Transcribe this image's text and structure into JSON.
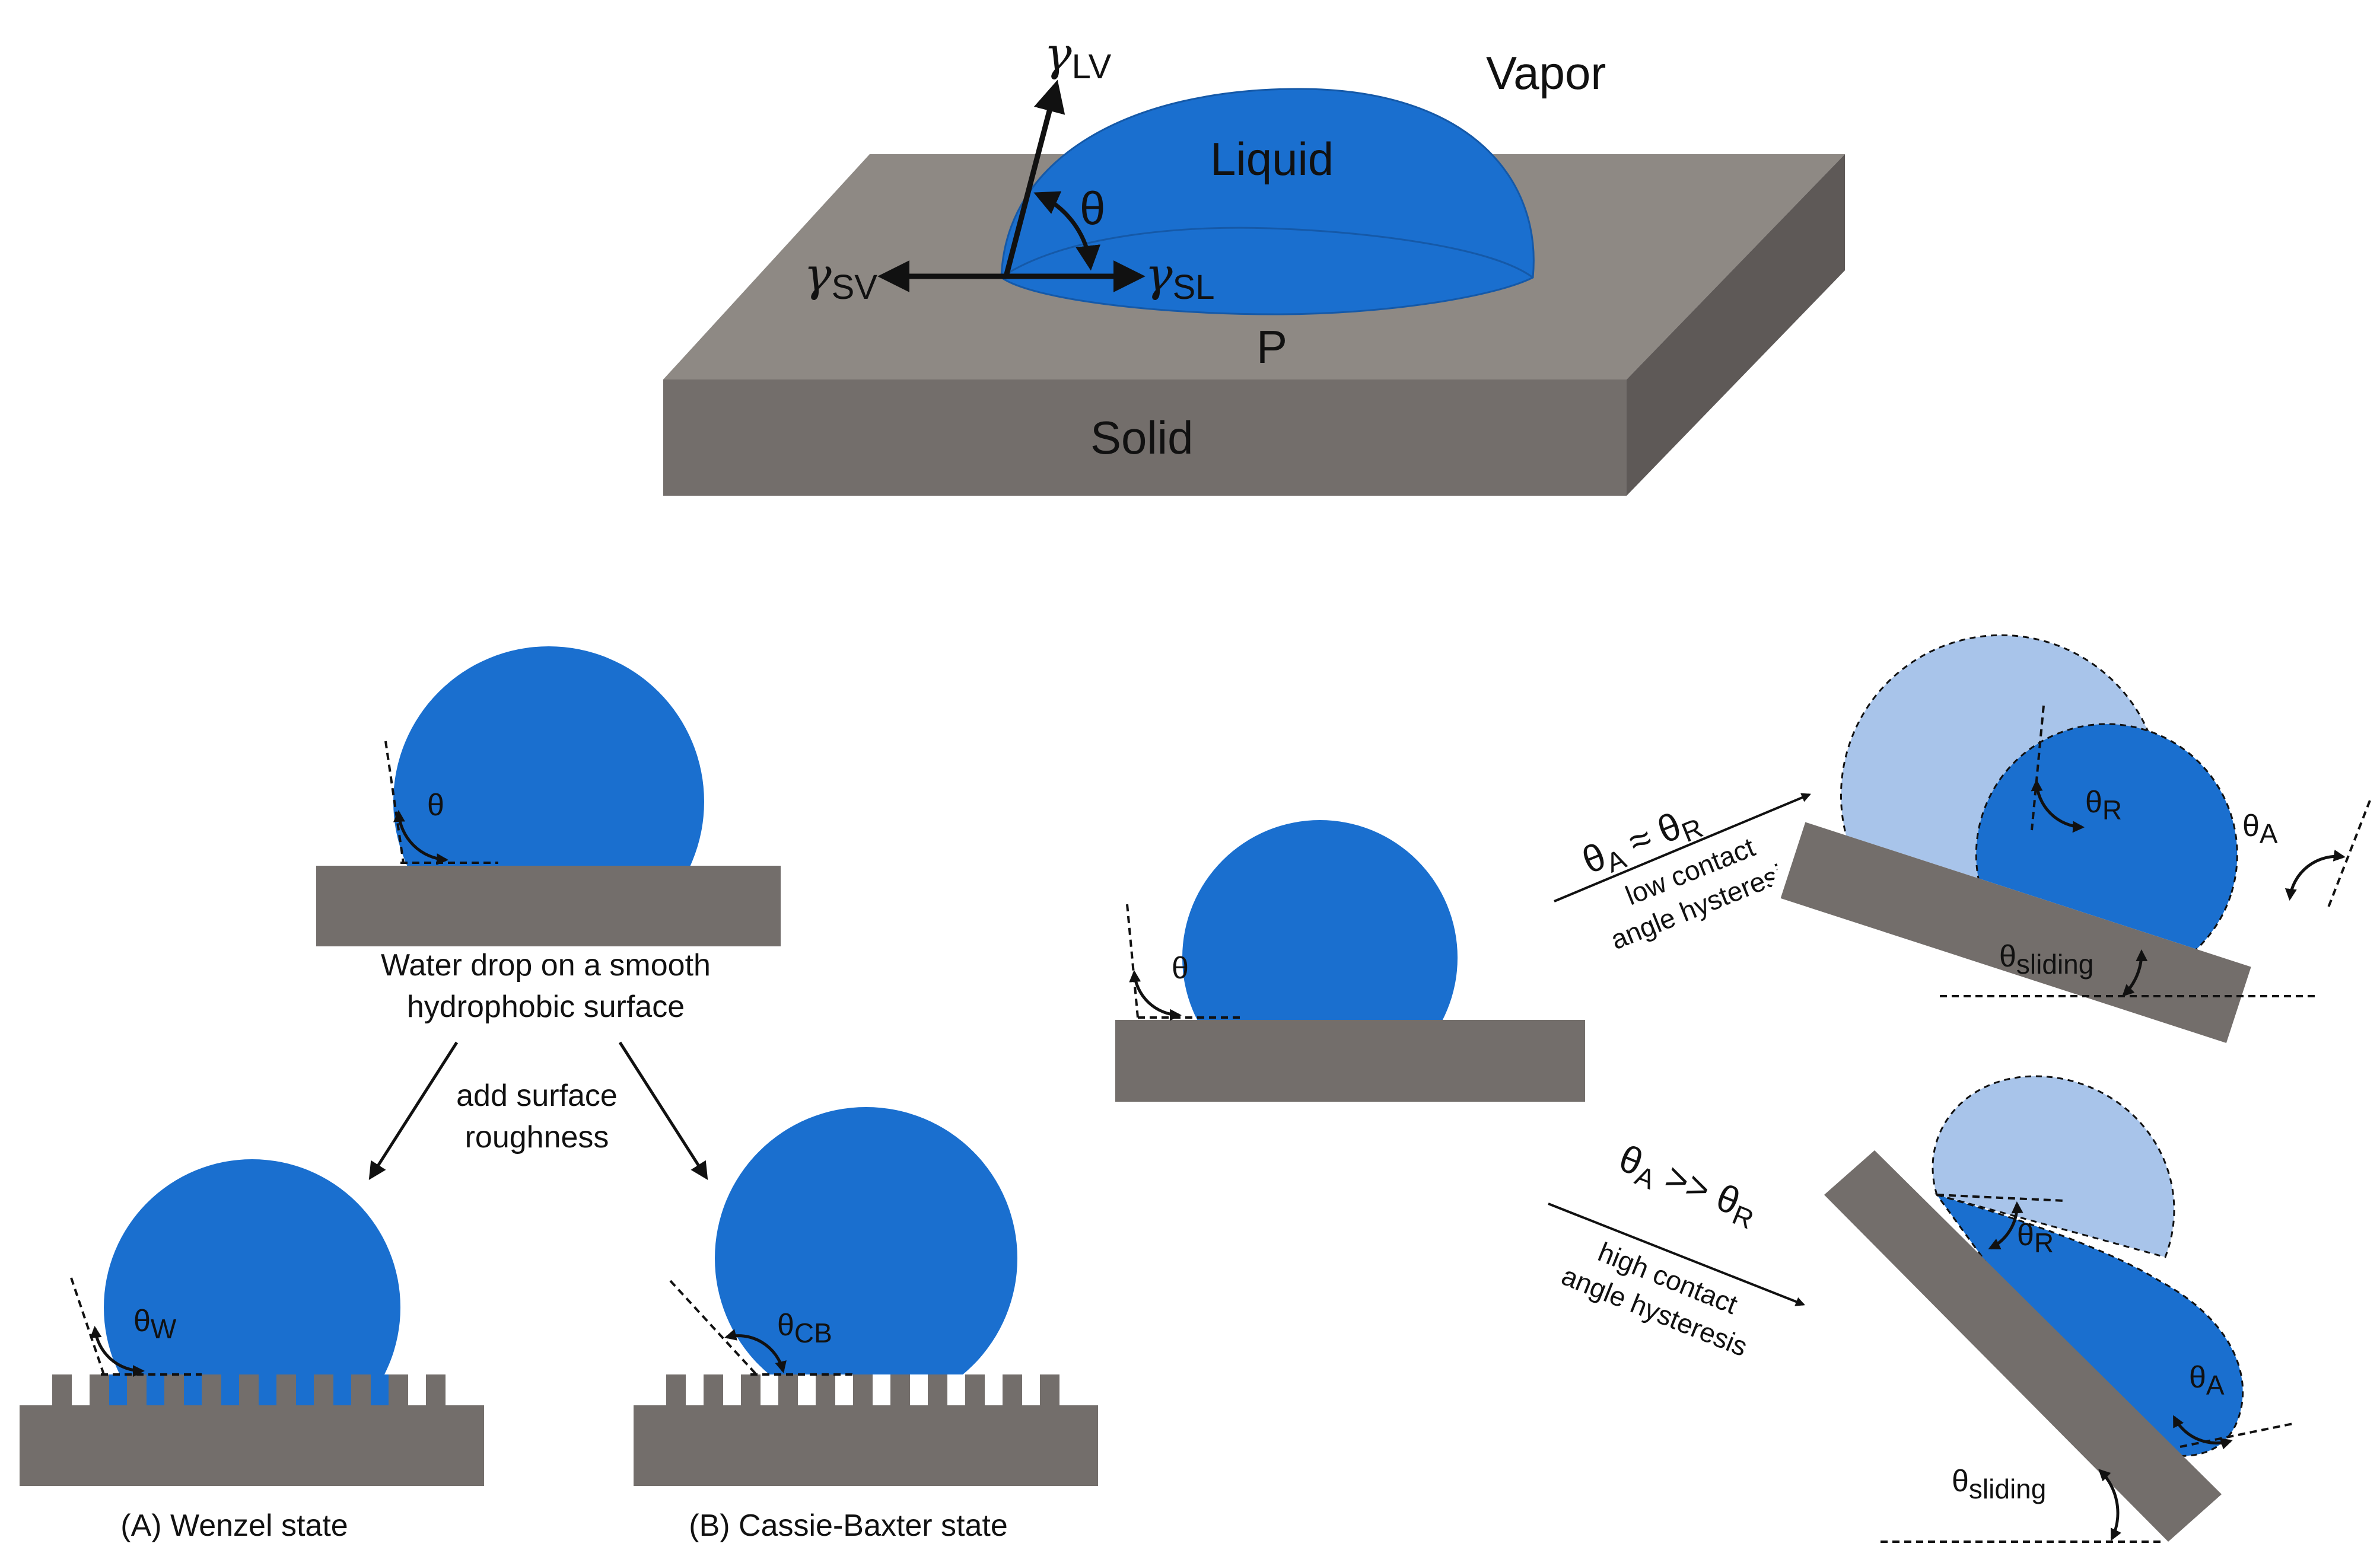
{
  "colors": {
    "liquid": "#1a6fcf",
    "liquid_edge": "#1559a8",
    "liquid_light": "#a8c4ea",
    "solid_top": "#8e8984",
    "solid_front": "#736e6b",
    "solid_side": "#5e5957",
    "arrow": "#111111"
  },
  "top_panel": {
    "vapor": "Vapor",
    "liquid": "Liquid",
    "solid": "Solid",
    "point": "P",
    "gamma": "γ",
    "lv": "LV",
    "sv": "SV",
    "sl": "SL",
    "theta": "θ"
  },
  "wetting_panel": {
    "theta": "θ",
    "smooth_line1": "Water drop on a smooth",
    "smooth_line2": "hydrophobic surface",
    "roughness_line1": "add surface",
    "roughness_line2": "roughness",
    "theta_w": "θ",
    "w_sub": "W",
    "theta_cb": "θ",
    "cb_sub": "CB",
    "wenzel_caption": "(A) Wenzel state",
    "cassie_caption": "(B) Cassie-Baxter state"
  },
  "hysteresis_panel": {
    "theta": "θ",
    "low_eq_a": "θ",
    "low_sub_a": "A",
    "low_op": " ≈ θ",
    "low_sub_r": "R",
    "low_line1": "low contact",
    "low_line2": "angle hysteresis",
    "high_eq_a": "θ",
    "high_sub_a": "A",
    "high_op": " >> θ",
    "high_sub_r": "R",
    "high_line1": "high contact",
    "high_line2": "angle hysteresis",
    "theta_r": "θ",
    "r_sub": "R",
    "theta_a": "θ",
    "a_sub": "A",
    "theta_sliding": "θ",
    "sliding_sub": "sliding"
  }
}
